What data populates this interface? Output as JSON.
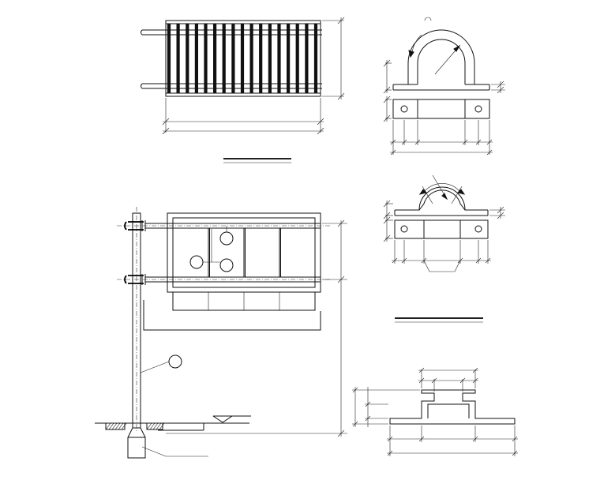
{
  "drawing": {
    "views": [
      {
        "id": "grating-plan"
      },
      {
        "id": "pipe-clamp-large"
      },
      {
        "id": "pipe-clamp-small"
      },
      {
        "id": "support-elevation"
      },
      {
        "id": "channel-section"
      }
    ],
    "bar_count": 17,
    "panel_count": 4
  },
  "colors": {
    "line": "#111111",
    "background": "#ffffff"
  }
}
